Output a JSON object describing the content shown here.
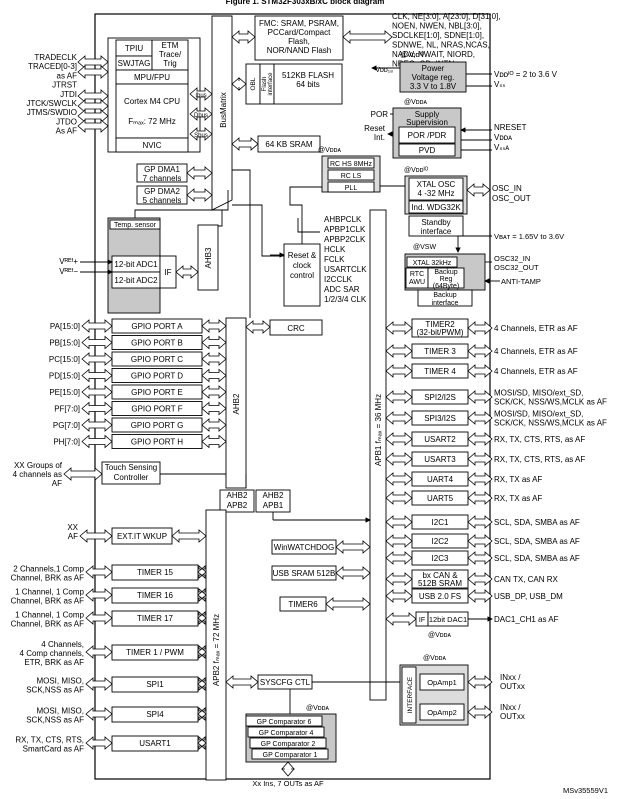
{
  "top_title": "Figure 1. STM32F303xB/xC block diagram",
  "footer_id": "MSv35559V1",
  "core": {
    "tpiu": "TPIU",
    "swjtag": "SWJTAG",
    "etm": [
      "ETM",
      "Trace/",
      "Trig"
    ],
    "mpu": "MPU/FPU",
    "cpu": "Cortex M4 CPU",
    "fmax": "Fₘₐₓ: 72 MHz",
    "nvic": "NVIC",
    "ibus": "Ibus",
    "dbus": "Dbus",
    "sbus": "Sbus"
  },
  "busmatrix": "BusMatrix",
  "ahb3": "AHB3",
  "ahb2": "AHB2",
  "apb1_bus": "APB1 fₘₐₓ = 36 MHz",
  "apb2_bus": "APB2  fₘₐₓ = 72 MHz",
  "fmc": {
    "lines": [
      "FMC: SRAM, PSRAM,",
      "PCCard/Compact",
      "Flash,",
      "NOR/NAND Flash"
    ]
  },
  "flash": {
    "obl": "OBL",
    "iface": [
      "Flash",
      "interface"
    ],
    "size": [
      "512KB FLASH",
      "64 bits"
    ]
  },
  "sram64": "64 KB SRAM",
  "dma1": [
    "GP DMA1",
    "7 channels"
  ],
  "dma2": [
    "GP DMA2",
    "5 channels"
  ],
  "temp": "Temp. sensor",
  "adc": {
    "adc1": "12-bit ADC1",
    "adc2": "12-bit ADC2",
    "if": "IF",
    "vref_plus": "Vᴿᴱᶠ+",
    "vref_minus": "Vᴿᴱᶠ−"
  },
  "gpio": [
    {
      "pin": "PA[15:0]",
      "name": "GPIO PORT A"
    },
    {
      "pin": "PB[15:0]",
      "name": "GPIO PORT B"
    },
    {
      "pin": "PC[15:0]",
      "name": "GPIO PORT C"
    },
    {
      "pin": "PD[15:0]",
      "name": "GPIO PORT D"
    },
    {
      "pin": "PE[15:0]",
      "name": "GPIO PORT E"
    },
    {
      "pin": "PF[7:0]",
      "name": "GPIO PORT F"
    },
    {
      "pin": "PG[7:0]",
      "name": "GPIO PORT G"
    },
    {
      "pin": "PH[7:0]",
      "name": "GPIO PORT H"
    }
  ],
  "crc": "CRC",
  "touch": {
    "box": [
      "Touch Sensing",
      "Controller"
    ],
    "left": [
      "XX Groups of",
      "4 channels as",
      "AF"
    ]
  },
  "exti": {
    "box": "EXT.IT WKUP",
    "left": [
      "XX",
      "AF"
    ]
  },
  "ahb2apb2": [
    "AHB2",
    "APB2"
  ],
  "ahb2apb1": [
    "AHB2",
    "APB1"
  ],
  "left_timers": [
    {
      "name": "TIMER 15",
      "label": [
        "2 Channels,1 Comp",
        "Channel, BRK as AF"
      ]
    },
    {
      "name": "TIMER 16",
      "label": [
        "1 Channel, 1 Comp",
        "Channel, BRK as AF"
      ]
    },
    {
      "name": "TIMER 17",
      "label": [
        "1 Channel, 1 Comp",
        "Channel, BRK as AF"
      ]
    },
    {
      "name": "TIMER 1 / PWM",
      "label": [
        "4 Channels,",
        "4 Comp channels,",
        "ETR, BRK as AF"
      ]
    },
    {
      "name": "SPI1",
      "label": [
        "MOSI, MISO,",
        "SCK,NSS as AF"
      ]
    },
    {
      "name": "SPI4",
      "label": [
        "MOSI, MISO,",
        "SCK,NSS as AF"
      ]
    },
    {
      "name": "USART1",
      "label": [
        "RX, TX, CTS, RTS,",
        "SmartCard as AF"
      ]
    }
  ],
  "trace_signals": [
    "TRADECLK",
    "TRACED[0-3]",
    "as AF",
    "JTRST",
    "JTDI",
    "JTCK/SWCLK",
    "JTMS/SWDIO",
    "JTDO",
    "As AF"
  ],
  "fmc_signals": [
    "CLK, NE[3:0], A[23:0], D[31:0],",
    "NOEN, NWEN, NBL[3:0],",
    "SDCLKE[1:0], SDNE[1:0],",
    "SDNWE, NL, NRAS,NCAS,",
    "NADV, NWAIT, NIORD,",
    "NREG, CD, INTN"
  ],
  "power": {
    "vddio": "@Vᴅᴅᴵᴼ",
    "box": [
      "Power",
      "Voltage reg.",
      "3.3 V to 1.8V"
    ],
    "vdd18": "Vᴅᴅ₁₈",
    "vddio_range": "Vᴅᴅᴵᴼ = 2 to 3.6 V",
    "vss": "Vₛₛ"
  },
  "supply": {
    "vdda": "@Vᴅᴅᴀ",
    "box": [
      "Supply",
      "Supervision"
    ],
    "por": "POR",
    "reset": [
      "Reset",
      "Int."
    ],
    "pordr": "POR /PDR",
    "pvd": "PVD",
    "out": [
      "NRESET",
      "Vᴅᴅᴀ",
      "Vₛₛᴀ"
    ]
  },
  "rc": {
    "vdda": "@Vᴅᴅᴀ",
    "hs": "RC HS 8MHz",
    "ls": "RC LS",
    "pll": "PLL"
  },
  "xtal": {
    "vddio": "@Vᴅᴅᴵᴼ",
    "box": [
      "XTAL OSC",
      "4 -32 MHz"
    ],
    "wdg": "Ind. WDG32K",
    "standby": [
      "Standby",
      "interface"
    ],
    "out": [
      "OSC_IN",
      "OSC_OUT"
    ]
  },
  "vbat": "Vʙᴀᴛ = 1.65V to 3.6V",
  "backup": {
    "vsw": "@VSW",
    "xtal": "XTAL 32kHz",
    "rtc": [
      "RTC",
      "AWU"
    ],
    "reg": [
      "Backup",
      "Reg",
      "(64Byte)"
    ],
    "iface": [
      "Backup",
      "interface"
    ],
    "osc32": [
      "OSC32_IN",
      "OSC32_OUT"
    ],
    "tamp": "ANTI-TAMP"
  },
  "clocks": {
    "box": [
      "Reset &",
      "clock",
      "control"
    ],
    "lines": [
      "AHBPCLK",
      "APBP1CLK",
      "APBP2CLK",
      "HCLK",
      "FCLK",
      "USARTCLK",
      "I2CCLK",
      "ADC SAR",
      "1/2/3/4 CLK"
    ]
  },
  "right_periph": [
    {
      "name": [
        "TIMER2",
        "(32-bit/PWM)"
      ],
      "label": [
        "4 Channels, ETR as AF"
      ]
    },
    {
      "name": [
        "TIMER 3"
      ],
      "label": [
        "4 Channels, ETR as AF"
      ]
    },
    {
      "name": [
        "TIMER 4"
      ],
      "label": [
        "4 Channels, ETR as AF"
      ]
    },
    {
      "name": [
        "SPI2/I2S"
      ],
      "label": [
        "MOSI/SD, MISO/ext_SD,",
        "SCK/CK, NSS/WS,MCLK as AF"
      ]
    },
    {
      "name": [
        "SPI3/I2S"
      ],
      "label": [
        "MOSI/SD, MISO/ext_SD,",
        "SCK/CK, NSS/WS,MCLK as AF"
      ]
    },
    {
      "name": [
        "USART2"
      ],
      "label": [
        "RX, TX, CTS, RTS, as AF"
      ]
    },
    {
      "name": [
        "USART3"
      ],
      "label": [
        "RX, TX, CTS, RTS, as AF"
      ]
    },
    {
      "name": [
        "UART4"
      ],
      "label": [
        "RX, TX as AF"
      ]
    },
    {
      "name": [
        "UART5"
      ],
      "label": [
        "RX, TX as AF"
      ]
    },
    {
      "name": [
        "I2C1"
      ],
      "label": [
        "SCL, SDA, SMBA as AF"
      ]
    },
    {
      "name": [
        "I2C2"
      ],
      "label": [
        "SCL, SDA, SMBA as AF"
      ]
    },
    {
      "name": [
        "I2C3"
      ],
      "label": [
        "SCL, SDA, SMBA as AF"
      ]
    },
    {
      "name": [
        "bx CAN &",
        "512B SRAM"
      ],
      "label": [
        "CAN TX, CAN RX"
      ]
    },
    {
      "name": [
        "USB 2.0 FS"
      ],
      "label": [
        "USB_DP, USB_DM"
      ]
    }
  ],
  "dac": {
    "if": "IF",
    "box": "12bit DAC1",
    "vdda": "@Vᴅᴅᴀ",
    "out": "DAC1_CH1 as AF"
  },
  "winwdg": "WinWATCHDOG",
  "usbsram": "USB SRAM 512B",
  "timer6": "TIMER6",
  "syscfg": "SYSCFG CTL",
  "comp": {
    "vdda": "@Vᴅᴅᴀ",
    "items": [
      "GP Comparator 6",
      "GP Comparator 4",
      "GP Comparator 2",
      "GP Comparator 1"
    ],
    "bottom": "Xx Ins, 7 OUTs as AF"
  },
  "opamp": {
    "vdda": "@Vᴅᴅᴀ",
    "iface": "INTERFACE",
    "amp1": "OpAmp1",
    "amp2": "OpAmp2",
    "out": [
      "INxx /",
      "OUTxx"
    ]
  }
}
